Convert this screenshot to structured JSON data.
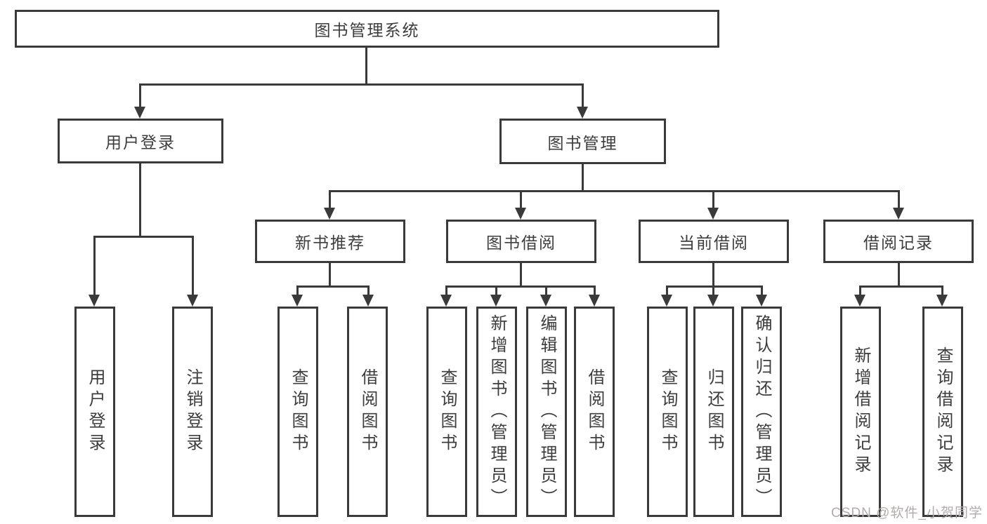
{
  "diagram": {
    "root": {
      "label": "图书管理系统",
      "children": [
        {
          "label": "用户登录",
          "children": [
            {
              "label": "用户登录"
            },
            {
              "label": "注销登录"
            }
          ]
        },
        {
          "label": "图书管理",
          "children": [
            {
              "label": "新书推荐",
              "children": [
                {
                  "label": "查询图书"
                },
                {
                  "label": "借阅图书"
                }
              ]
            },
            {
              "label": "图书借阅",
              "children": [
                {
                  "label": "查询图书"
                },
                {
                  "label": "新增图书（管理员）"
                },
                {
                  "label": "编辑图书（管理员）"
                },
                {
                  "label": "借阅图书"
                }
              ]
            },
            {
              "label": "当前借阅",
              "children": [
                {
                  "label": "查询图书"
                },
                {
                  "label": "归还图书"
                },
                {
                  "label": "确认归还（管理员）"
                }
              ]
            },
            {
              "label": "借阅记录",
              "children": [
                {
                  "label": "新增借阅记录"
                },
                {
                  "label": "查询借阅记录"
                }
              ]
            }
          ]
        }
      ]
    }
  },
  "watermark": {
    "text": "CSDN @软件_小贺同学"
  },
  "colors": {
    "line": "#3a3a3a",
    "text": "#3d3d3d",
    "background": "#ffffff",
    "watermark": "#b3acac"
  }
}
